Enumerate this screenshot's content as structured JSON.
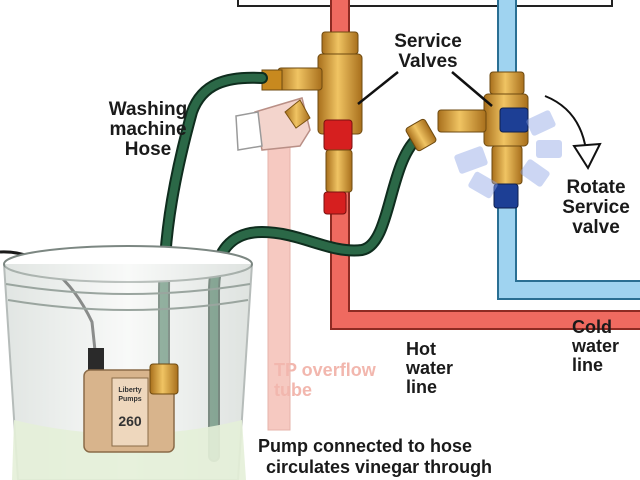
{
  "labels": {
    "washing_hose": [
      "Washing",
      "machine",
      "Hose"
    ],
    "service_valves": [
      "Service",
      "Valves"
    ],
    "rotate_valve": [
      "Rotate",
      "Service",
      "valve"
    ],
    "tp_tube": [
      "TP overflow",
      "tube"
    ],
    "hot_line": [
      "Hot",
      "water",
      "line"
    ],
    "cold_line": [
      "Cold",
      "water",
      "line"
    ],
    "caption": [
      "Pump connected to hose",
      "circulates vinegar through"
    ]
  },
  "pump_label": [
    "Liberty",
    "Pumps",
    "260"
  ],
  "colors": {
    "hot_pipe": "#ef6a60",
    "cold_pipe": "#9fd3f0",
    "tp_tube": "#f6c9c1",
    "hose": "#1f4d33",
    "brass": "#d39a33",
    "red_handle": "#d61f1f",
    "blue_handle": "#1d3f95",
    "bucket": "#dfe8e2",
    "vinegar": "#e4efd8"
  }
}
